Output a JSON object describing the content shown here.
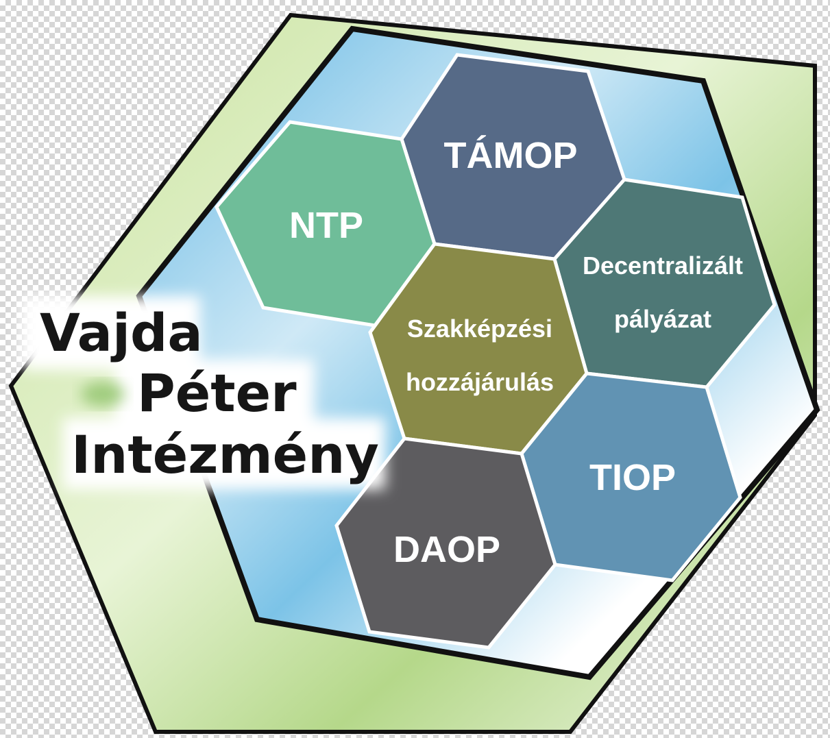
{
  "title": {
    "line1": "Vajda",
    "line2": "Péter",
    "line3": "Intézmény"
  },
  "hexagons": {
    "tamop": {
      "label": "TÁMOP",
      "color": "#566a87"
    },
    "ntp": {
      "label": "NTP",
      "color": "#6fbd99"
    },
    "decentralizalt": {
      "line1": "Decentralizált",
      "line2": "pályázat",
      "color": "#4e7876"
    },
    "szakkepzesi": {
      "line1": "Szakképzési",
      "line2": "hozzájárulás",
      "color": "#898a48"
    },
    "tiop": {
      "label": "TIOP",
      "color": "#6193b3"
    },
    "daop": {
      "label": "DAOP",
      "color": "#5d5c5f"
    }
  },
  "colors": {
    "outer_frame": "#c7e2a3",
    "inner_background": "#8ec9e8",
    "border": "#111111"
  }
}
